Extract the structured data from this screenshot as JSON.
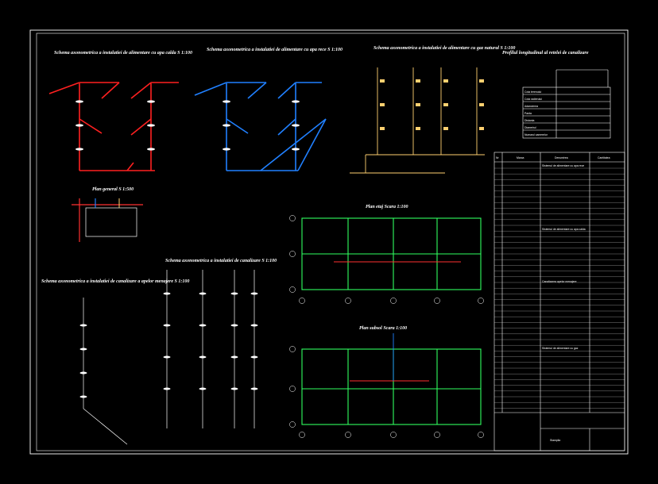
{
  "colors": {
    "background": "#000000",
    "frame": "#ffffff",
    "hot_water": "#ff2020",
    "cold_water": "#2080ff",
    "fixtures": "#ffd070",
    "plan_walls": "#30ff60",
    "plan_pipes": "#ff3030",
    "text": "#ffffff"
  },
  "titles": {
    "hot_water_scheme": "Schema axonometrica a instalatiei de alimentare cu apa calda  S 1:100",
    "cold_water_scheme": "Schema axonometrica a instalatiei de alimentare cu apa rece  S 1:100",
    "gas_scheme": "Schema axonometrica a instalatiei de alimentare cu gaz natural  S 1:100",
    "profile": "Profilul longitudinal al retelei de canalizare",
    "general_plan": "Plan general  S 1:500",
    "sewer_scheme_left": "Schema axonometrica a instalatiei de canalizare a apelor menajere  S 1:100",
    "sewer_scheme_mid": "Schema axonometrica a instalatiei de canalizare  S 1:100",
    "floor_plan": "Plan etaj   Scara 1:100",
    "basement_plan": "Plan subsol   Scara 1:100"
  },
  "profile_rows": [
    "Cota terenului",
    "Cota radierului",
    "Adancimea",
    "Panta",
    "Distanta",
    "Diametrul",
    "Numarul camerelor"
  ],
  "spec_table": {
    "headers": [
      "Nr",
      "Marca",
      "Denumirea",
      "Cantitatea"
    ],
    "sections": [
      "Sistemul de alimentare cu apa rece",
      "Sistemul de alimentare cu apa calda",
      "Canalizarea apelor menajere",
      "Sistemul de alimentare cu gaz"
    ]
  },
  "stamp": {
    "label": "Stampila"
  }
}
